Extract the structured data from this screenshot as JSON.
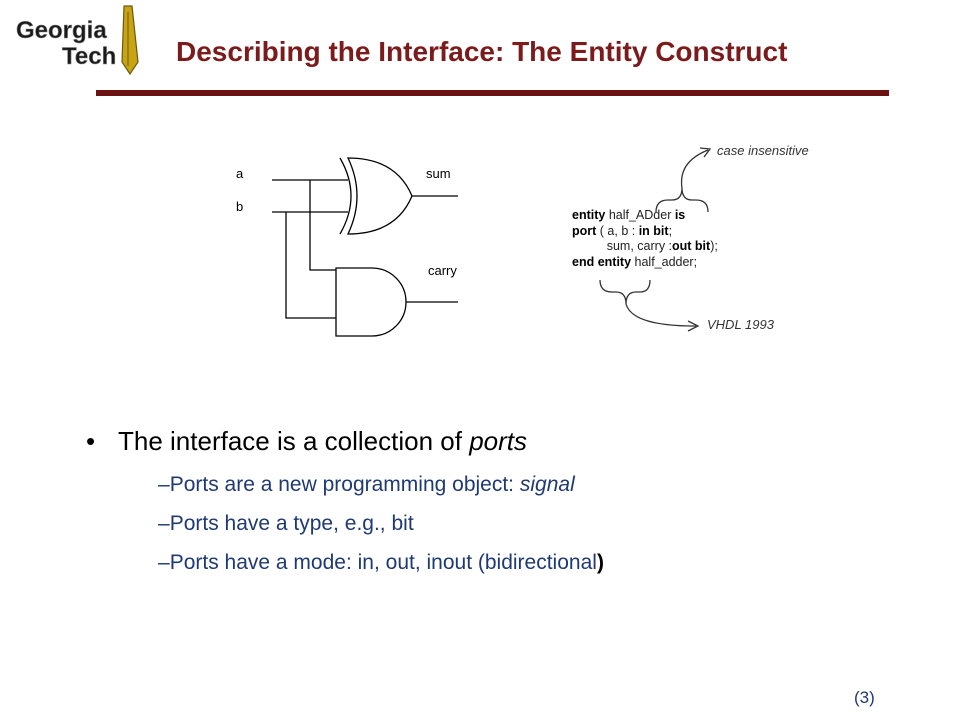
{
  "logo": {
    "line1": "Georgia",
    "line2": "Tech"
  },
  "title": "Describing the Interface: The Entity Construct",
  "diagram": {
    "inputs": [
      "a",
      "b"
    ],
    "outputs": {
      "sum": "sum",
      "carry": "carry"
    }
  },
  "code": {
    "line1": {
      "kw1": "entity",
      "name": " half_ADder ",
      "kw2": "is"
    },
    "line2": {
      "kw1": "port",
      "mid": " ( a, b : ",
      "kw2": "in bit",
      "end": ";"
    },
    "line3": {
      "indent": "          sum, carry :",
      "kw": "out bit",
      "end": ");"
    },
    "line4": {
      "kw": "end entity",
      "name": " half_adder;"
    }
  },
  "annotations": {
    "case": "case insensitive",
    "vhdl": "VHDL 1993"
  },
  "bullets": {
    "main_marker": "•",
    "main_prefix": "The interface is a collection of ",
    "main_em": "ports",
    "sub": [
      {
        "dash": "–",
        "text": "Ports are a new programming object: ",
        "em": "signal"
      },
      {
        "dash": "–",
        "text": "Ports have a type, e.g., bit"
      },
      {
        "dash": "–",
        "text": "Ports have a mode: in, out, inout (bidirectional",
        "close": ")"
      }
    ]
  },
  "page_number": "(3)",
  "colors": {
    "title": "#7b1b1b",
    "rule": "#6b1313",
    "sub_bullets": "#1f3a73",
    "logo_gold": "#c8a415"
  }
}
